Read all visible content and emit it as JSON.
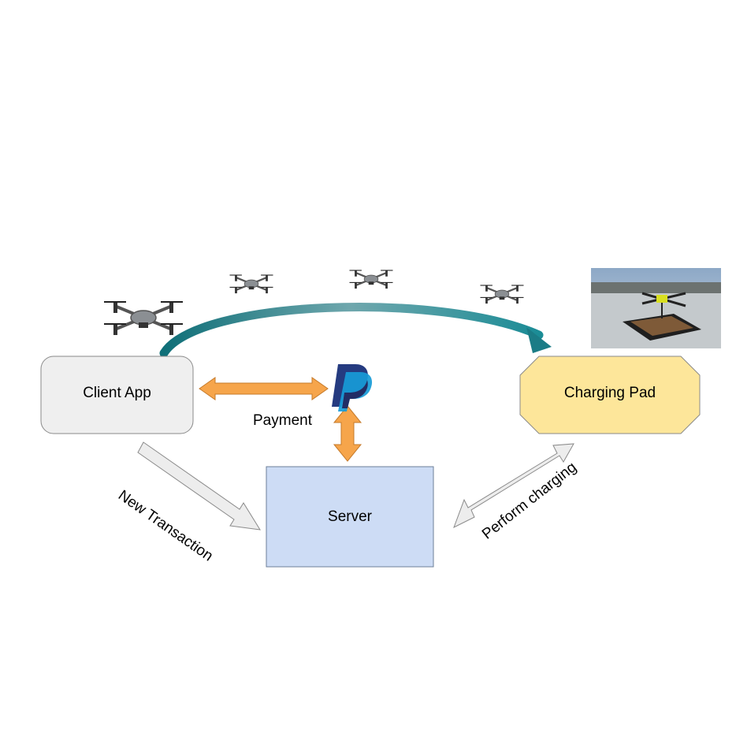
{
  "nodes": {
    "client_app": "Client App",
    "charging_pad": "Charging Pad",
    "server": "Server"
  },
  "edges": {
    "payment": "Payment",
    "new_transaction": "New Transaction",
    "perform_charging": "Perform charging"
  },
  "icons": {
    "payment_logo": "paypal-logo-icon",
    "drone": "drone-icon",
    "photo": "charging-pad-photo"
  },
  "colors": {
    "client_box": "#efefef",
    "pad_box": "#fde69a",
    "server_box": "#cddcf5",
    "orange_arrow": "#f6a54b",
    "gray_arrow": "#ededed",
    "flight_arc": "#1b7c86"
  }
}
